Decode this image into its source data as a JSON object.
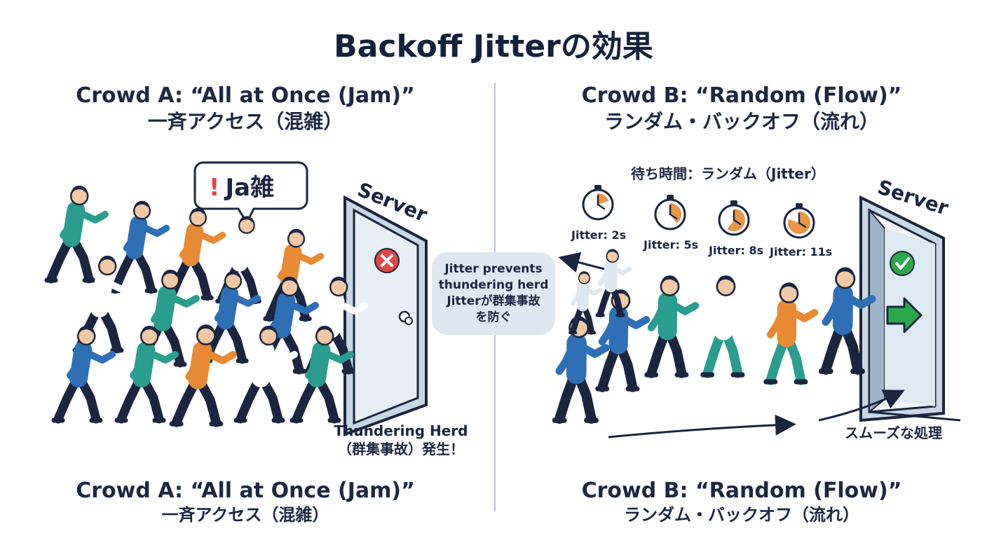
{
  "title": "Backoff Jitterの効果",
  "left": {
    "heading_en": "Crowd A: “All at Once (Jam)”",
    "heading_ja": "一斉アクセス（混雑）",
    "speech": "Ja雑",
    "speech_mark": "!",
    "server_label": "Server",
    "status_icon": "x-icon",
    "caption_line1": "Thundering Herd",
    "caption_line2": "（群集事故）発生！",
    "footer_en": "Crowd A: “All at Once (Jam)”",
    "footer_ja": "一斉アクセス（混雑）"
  },
  "center": {
    "line1": "Jitter prevents",
    "line2": "thundering herd",
    "line3": "Jitterが群集事故",
    "line4": "を防ぐ"
  },
  "right": {
    "heading_en": "Crowd B: “Random (Flow)”",
    "heading_ja": "ランダム・バックオフ（流れ）",
    "wait_label": "待ち時間：ランダム（Jitter）",
    "timers": [
      {
        "label": "Jitter: 2s"
      },
      {
        "label": "Jitter: 5s"
      },
      {
        "label": "Jitter: 8s"
      },
      {
        "label": "Jitter: 11s"
      }
    ],
    "server_label": "Server",
    "status_icon": "check-icon",
    "smooth_label": "スムーズな処理",
    "footer_en": "Crowd B: “Random (Flow)”",
    "footer_ja": "ランダム・バックオフ（流れ）"
  },
  "colors": {
    "navy": "#1b2540",
    "teal": "#2a9d8f",
    "blue": "#2f6fb5",
    "orange": "#e88a34",
    "door": "#c9d6e3",
    "red": "#e04848",
    "green": "#2ba84a",
    "note_bg": "#dfe8f1"
  }
}
